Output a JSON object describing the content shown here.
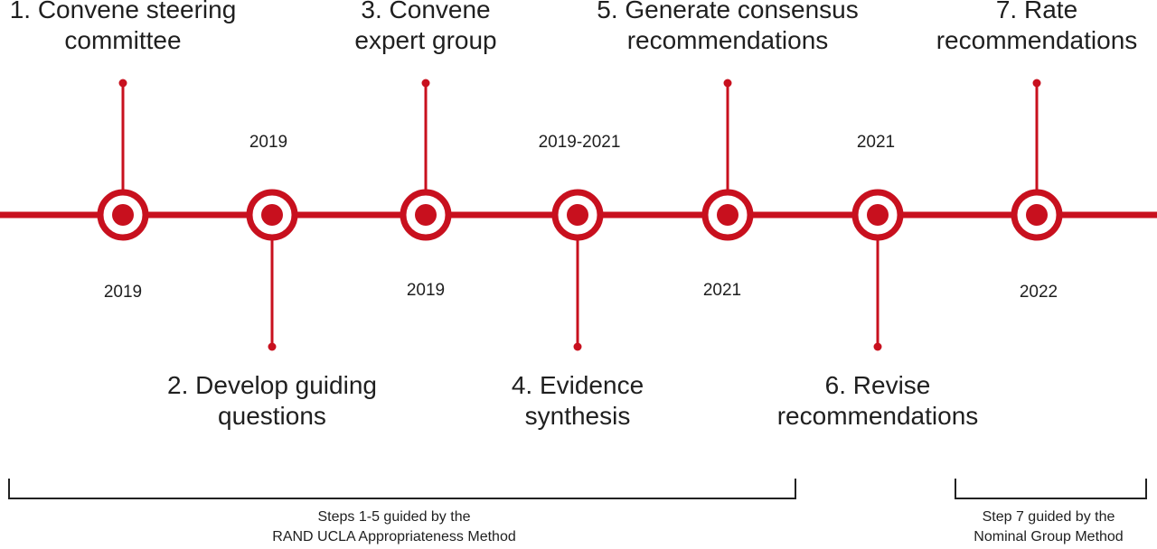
{
  "accent_color": "#c8101e",
  "steps": [
    {
      "title_line1": "1. Convene steering",
      "title_line2": "committee",
      "year": "2019",
      "position": "above"
    },
    {
      "title_line1": "2. Develop guiding",
      "title_line2": "questions",
      "year": "2019",
      "position": "below"
    },
    {
      "title_line1": "3. Convene",
      "title_line2": "expert group",
      "year": "2019",
      "position": "above"
    },
    {
      "title_line1": "4. Evidence",
      "title_line2": "synthesis",
      "year": "2019-2021",
      "position": "below"
    },
    {
      "title_line1": "5. Generate consensus",
      "title_line2": "recommendations",
      "year": "2021",
      "position": "above"
    },
    {
      "title_line1": "6. Revise",
      "title_line2": "recommendations",
      "year": "2021",
      "position": "below"
    },
    {
      "title_line1": "7. Rate",
      "title_line2": "recommendations",
      "year": "2022",
      "position": "above"
    }
  ],
  "brackets": [
    {
      "line1": "Steps 1-5 guided by the",
      "line2": "RAND UCLA Appropriateness Method"
    },
    {
      "line1": "Step 7 guided by the",
      "line2": "Nominal Group Method"
    }
  ]
}
